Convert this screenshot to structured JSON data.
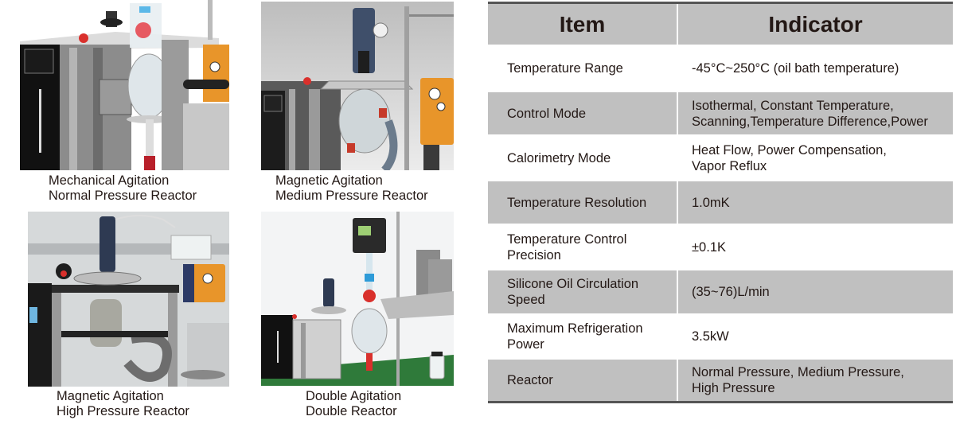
{
  "gallery": [
    {
      "photo_name": "mechanical-agitation-normal-pressure-reactor-photo",
      "caption": [
        "Mechanical Agitation",
        "Normal Pressure Reactor"
      ]
    },
    {
      "photo_name": "magnetic-agitation-medium-pressure-reactor-photo",
      "caption": [
        "Magnetic Agitation",
        "Medium Pressure Reactor"
      ]
    },
    {
      "photo_name": "magnetic-agitation-high-pressure-reactor-photo",
      "caption": [
        "Magnetic Agitation",
        "High Pressure Reactor"
      ]
    },
    {
      "photo_name": "double-agitation-double-reactor-photo",
      "caption": [
        "Double Agitation",
        "Double Reactor"
      ]
    }
  ],
  "spec_table": {
    "headers": {
      "item": "Item",
      "indicator": "Indicator"
    },
    "rows": [
      {
        "item": [
          "Temperature Range"
        ],
        "indicator": [
          "-45°C~250°C (oil bath temperature)"
        ]
      },
      {
        "item": [
          "Control Mode"
        ],
        "indicator": [
          "Isothermal, Constant Temperature,",
          "Scanning,Temperature Difference,Power"
        ]
      },
      {
        "item": [
          "Calorimetry Mode"
        ],
        "indicator": [
          "Heat Flow, Power Compensation,",
          "Vapor Reflux"
        ]
      },
      {
        "item": [
          "Temperature Resolution"
        ],
        "indicator": [
          "1.0mK"
        ]
      },
      {
        "item": [
          "Temperature Control",
          "Precision"
        ],
        "indicator": [
          "±0.1K"
        ]
      },
      {
        "item": [
          "Silicone Oil Circulation",
          "Speed"
        ],
        "indicator": [
          "(35~76)L/min"
        ]
      },
      {
        "item": [
          "Maximum Refrigeration",
          "Power"
        ],
        "indicator": [
          "3.5kW"
        ]
      },
      {
        "item": [
          "Reactor"
        ],
        "indicator": [
          "Normal Pressure, Medium Pressure,",
          "High Pressure"
        ]
      }
    ]
  },
  "colors": {
    "header_bg": "#c0c0c0",
    "stripe_bg": "#c0c0c0",
    "border": "#555555",
    "text": "#231815",
    "pump_orange": "#e8952a",
    "stop_red": "#d9302c"
  }
}
